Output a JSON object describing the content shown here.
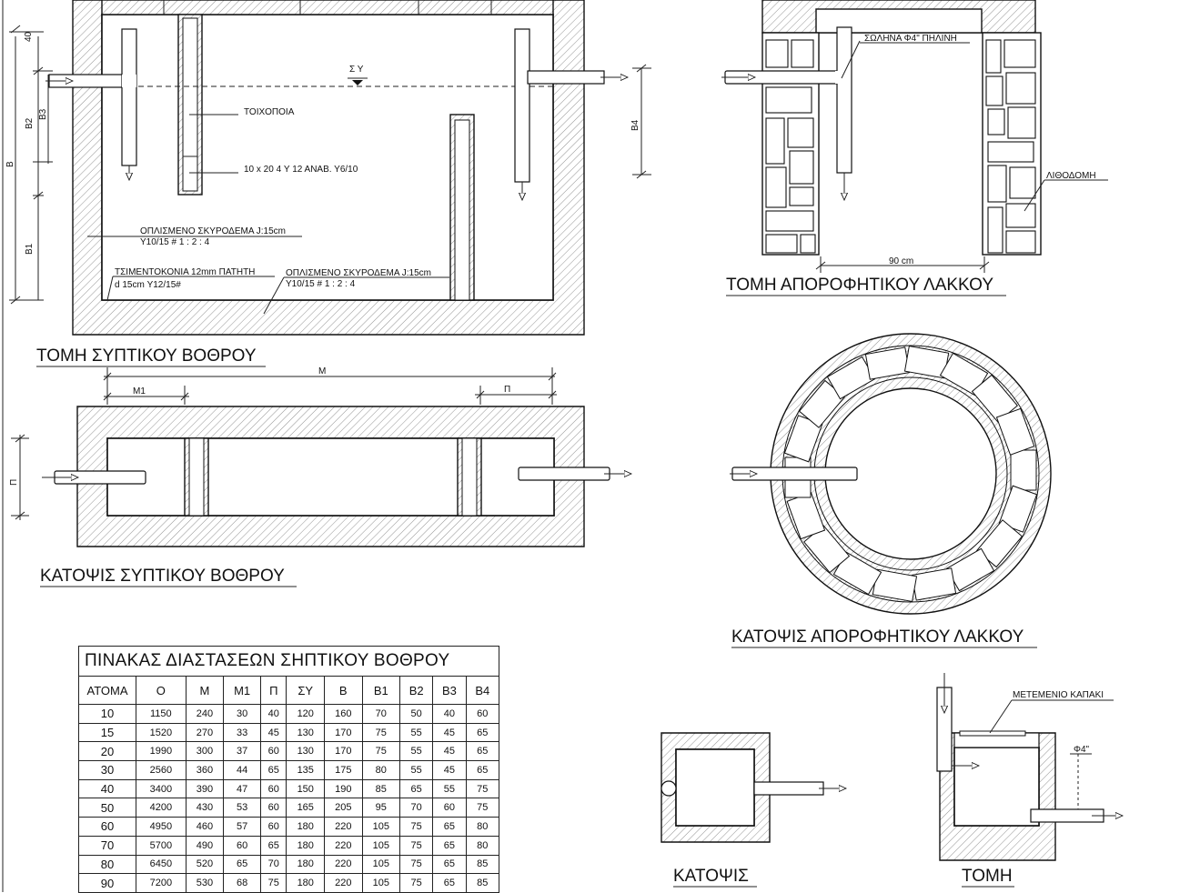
{
  "section_septic": {
    "title": "ΤΟΜΗ ΣΥΠΤΙΚΟΥ ΒΟΘΡΟΥ",
    "water_level": "Σ Υ",
    "wall_label": "ΤΟΙΧΟΠΟΙΑ",
    "beam_label": "10 x 20    4 Υ 12   ΑΝΑΒ. Υ6/10",
    "rc_wall_1": "ΟΠΛΙΣΜΕΝΟ ΣΚΥΡΟΔΕΜΑ J:15cm",
    "rc_wall_2": "Υ10/15  # 1 : 2 : 4",
    "cement_1": "ΤΣΙΜΕΝΤΟΚΟΝΙΑ 12mm ΠΑΤΗΤΗ",
    "cement_2": "d 15cm Υ12/15#",
    "rc_floor_1": "ΟΠΛΙΣΜΕΝΟ ΣΚΥΡΟΔΕΜΑ J:15cm",
    "rc_floor_2": "Υ10/15  # 1 : 2 : 4",
    "dims": {
      "d40": "40",
      "b": "Β",
      "b2": "Β2",
      "b3": "Β3",
      "b1": "Β1",
      "b4": "Β4"
    }
  },
  "plan_septic": {
    "title": "ΚΑΤΟΨΙΣ ΣΥΠΤΙΚΟΥ ΒΟΘΡΟΥ",
    "dims": {
      "m": "Μ",
      "m1": "Μ1",
      "p_top": "Π",
      "p_side": "Π"
    }
  },
  "section_absorb": {
    "title": "ΤΟΜΗ ΑΠΟΡΟΦΗΤΙΚΟΥ ΛΑΚΚΟΥ",
    "pipe_label": "ΣΩΛΗΝΑ Φ4\" ΠΗΛΙΝΗ",
    "stone_label": "ΛΙΘΟΔΟΜΗ",
    "width": "90 cm"
  },
  "plan_absorb": {
    "title": "ΚΑΤΟΨΙΣ ΑΠΟΡΟΦΗΤΙΚΟΥ ΛΑΚΚΟΥ"
  },
  "small_plan": {
    "title": "ΚΑΤΟΨΙΣ"
  },
  "small_section": {
    "title": "ΤΟΜΗ",
    "cover_label": "ΜΕΤΕΜΕΝΙΟ ΚΑΠΑΚΙ",
    "pipe_label": "Φ4\""
  },
  "table": {
    "caption": "ΠΙΝΑΚΑΣ ΔΙΑΣΤΑΣΕΩΝ ΣΗΠΤΙΚΟΥ ΒΟΘΡΟΥ",
    "headers": [
      "ΑΤΟΜΑ",
      "Ο",
      "Μ",
      "Μ1",
      "Π",
      "ΣΥ",
      "Β",
      "Β1",
      "Β2",
      "Β3",
      "Β4"
    ],
    "rows": [
      [
        "10",
        "1150",
        "240",
        "30",
        "40",
        "120",
        "160",
        "70",
        "50",
        "40",
        "60"
      ],
      [
        "15",
        "1520",
        "270",
        "33",
        "45",
        "130",
        "170",
        "75",
        "55",
        "45",
        "65"
      ],
      [
        "20",
        "1990",
        "300",
        "37",
        "60",
        "130",
        "170",
        "75",
        "55",
        "45",
        "65"
      ],
      [
        "30",
        "2560",
        "360",
        "44",
        "65",
        "135",
        "175",
        "80",
        "55",
        "45",
        "65"
      ],
      [
        "40",
        "3400",
        "390",
        "47",
        "60",
        "150",
        "190",
        "85",
        "65",
        "55",
        "75"
      ],
      [
        "50",
        "4200",
        "430",
        "53",
        "60",
        "165",
        "205",
        "95",
        "70",
        "60",
        "75"
      ],
      [
        "60",
        "4950",
        "460",
        "57",
        "60",
        "180",
        "220",
        "105",
        "75",
        "65",
        "80"
      ],
      [
        "70",
        "5700",
        "490",
        "60",
        "65",
        "180",
        "220",
        "105",
        "75",
        "65",
        "80"
      ],
      [
        "80",
        "6450",
        "520",
        "65",
        "70",
        "180",
        "220",
        "105",
        "75",
        "65",
        "85"
      ],
      [
        "90",
        "7200",
        "530",
        "68",
        "75",
        "180",
        "220",
        "105",
        "75",
        "65",
        "85"
      ]
    ]
  }
}
